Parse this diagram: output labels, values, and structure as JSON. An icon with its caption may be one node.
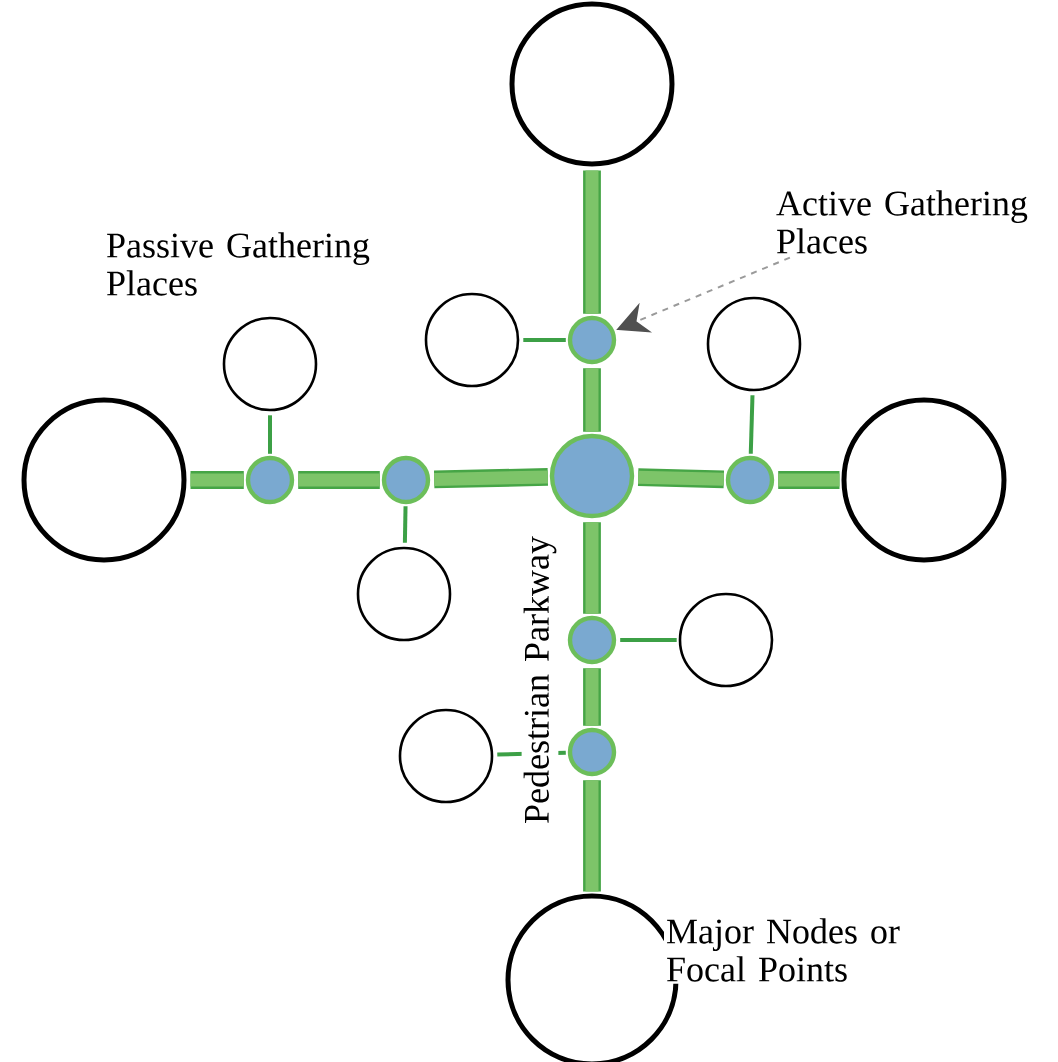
{
  "diagram": {
    "nodes": [
      {
        "text": [],
        "shape": "circle"
      },
      {
        "text": [
          "Active Gathering Places"
        ]
      },
      {
        "text": [],
        "shape": "circle"
      },
      {
        "text": [],
        "shape": "dot"
      },
      {
        "text": [],
        "shape": "circle"
      },
      {
        "text": [],
        "shape": "circle"
      },
      {
        "text": [],
        "shape": "circle"
      },
      {
        "text": [],
        "shape": "dot"
      },
      {
        "text": [],
        "shape": "dot"
      },
      {
        "text": [],
        "shape": "dot"
      },
      {
        "text": [],
        "shape": "dot"
      },
      {
        "text": [],
        "shape": "circle"
      },
      {
        "text": [],
        "shape": "circle"
      },
      {
        "text": [],
        "shape": "dot"
      },
      {
        "text": [],
        "shape": "circle"
      },
      {
        "text": [],
        "shape": "circle"
      },
      {
        "text": [],
        "shape": "dot"
      },
      {
        "text": [],
        "shape": "circle"
      }
    ],
    "edges": [
      {
        "from": 0,
        "to": 3,
        "arrow": "none"
      },
      {
        "from": 3,
        "to": 9,
        "arrow": "none"
      },
      {
        "from": 9,
        "to": 13,
        "arrow": "none"
      },
      {
        "from": 13,
        "to": 16,
        "arrow": "none"
      },
      {
        "from": 16,
        "to": 17,
        "arrow": "none"
      },
      {
        "from": 6,
        "to": 7,
        "arrow": "none"
      },
      {
        "from": 7,
        "to": 8,
        "arrow": "none"
      },
      {
        "from": 8,
        "to": 9,
        "arrow": "none"
      },
      {
        "from": 9,
        "to": 10,
        "arrow": "none"
      },
      {
        "from": 10,
        "to": 11,
        "arrow": "none"
      },
      {
        "from": 2,
        "to": 3,
        "arrow": "none",
        "color": "#3ca046"
      },
      {
        "from": 4,
        "to": 10,
        "arrow": "none",
        "color": "#3ca046"
      },
      {
        "from": 5,
        "to": 7,
        "arrow": "none",
        "color": "#3ca046"
      },
      {
        "from": 12,
        "to": 8,
        "arrow": "none",
        "color": "#3ca046"
      },
      {
        "from": 13,
        "to": 14,
        "arrow": "none",
        "color": "#3ca046"
      },
      {
        "from": 15,
        "to": 16,
        "arrow": "none",
        "color": "#3ca046"
      },
      {
        "from": 1,
        "to": 3,
        "arrow": "to",
        "style": "dashed",
        "color": "#9a9a9a"
      }
    ],
    "labels": [
      "Passive Gathering Places",
      "Pedestrian Parkway",
      "Major Nodes or Focal Points"
    ]
  }
}
